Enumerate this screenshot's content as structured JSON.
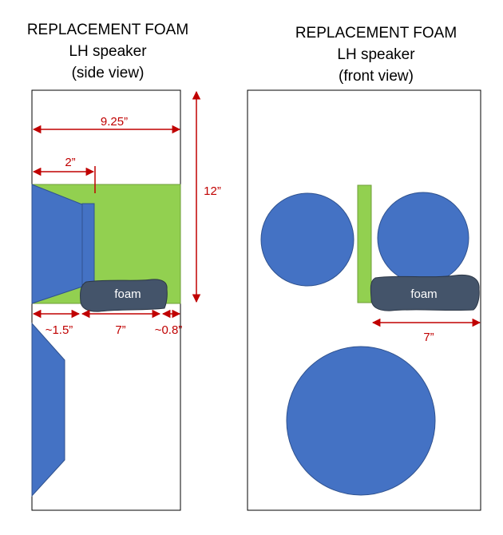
{
  "side_view": {
    "title_line1": "REPLACEMENT FOAM",
    "title_line2": "LH speaker",
    "title_line3": "(side view)",
    "dim_width": "9.25”",
    "dim_top_offset": "2”",
    "dim_height": "12”",
    "dim_front": "~1.5”",
    "dim_foam": "7”",
    "dim_back": "~0.8”",
    "foam_label": "foam"
  },
  "front_view": {
    "title_line1": "REPLACEMENT FOAM",
    "title_line2": "LH speaker",
    "title_line3": "(front view)",
    "dim_foam": "7”",
    "foam_label": "foam"
  },
  "colors": {
    "cabinet_outline": "#000000",
    "driver_fill": "#4472c4",
    "driver_stroke": "#2f528f",
    "green_fill": "#92d050",
    "foam_fill": "#44546a",
    "dimension": "#c00000"
  }
}
